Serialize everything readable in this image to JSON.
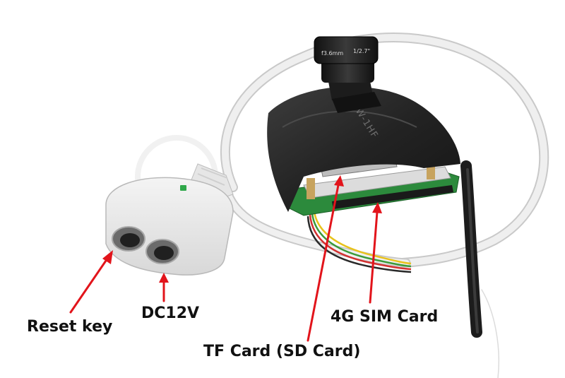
{
  "labels": {
    "reset_key": "Reset key",
    "dc12v": "DC12V",
    "sim_card": "4G SIM Card",
    "tf_card": "TF Card (SD Card)"
  },
  "lens": {
    "focal": "f3.6mm",
    "sensor": "1/2.7\""
  },
  "tape_marking": "VW-1HF",
  "colors": {
    "arrow": "#e2141b",
    "cable": "#e6e6e6",
    "tape": "#2a2a2a",
    "board": "#2c8a3c"
  }
}
